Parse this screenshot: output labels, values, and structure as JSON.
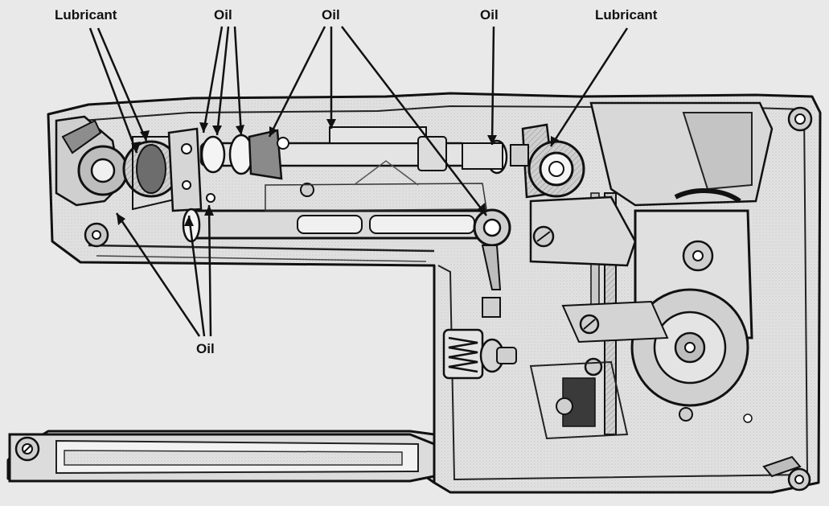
{
  "labels": {
    "lubricant_left": "Lubricant",
    "oil_1": "Oil",
    "oil_2": "Oil",
    "oil_3": "Oil",
    "lubricant_right": "Lubricant",
    "oil_bottom": "Oil"
  },
  "colors": {
    "background": "#e9e9e9",
    "ink": "#111111",
    "metal_light": "#d4d4d4",
    "metal_mid": "#a8a8a8",
    "metal_dark": "#3a3a3a"
  },
  "icons": [
    "gear-icon",
    "screw-icon",
    "spring-icon",
    "motor-icon"
  ]
}
